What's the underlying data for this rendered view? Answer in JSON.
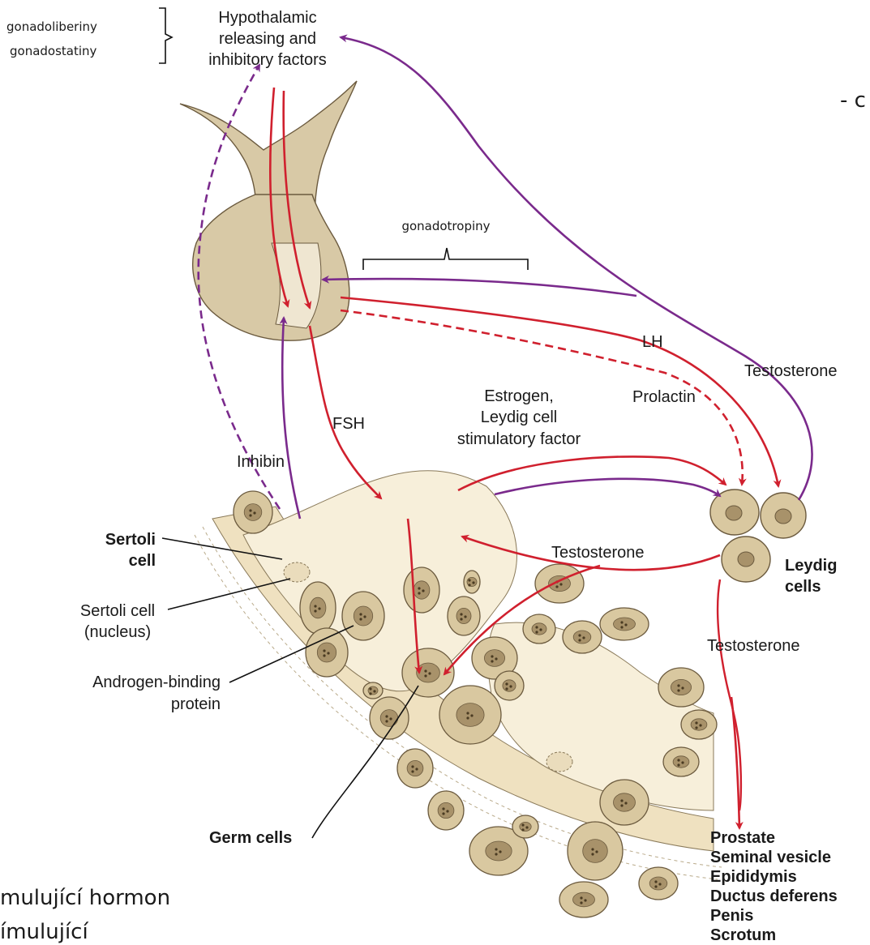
{
  "slide_fragments": {
    "top_right": "- c",
    "bottom_left_1": "mulující hormon",
    "bottom_left_2": "ímulující"
  },
  "annotations": {
    "hypothalamic_hormones": [
      "gonadoliberiny",
      "gonadostatiny"
    ],
    "gonadotropins": "gonadotropiny"
  },
  "labels": {
    "hypothalamic_factors": [
      "Hypothalamic",
      "releasing and",
      "inhibitory factors"
    ],
    "lh": "LH",
    "fsh": "FSH",
    "prolactin": "Prolactin",
    "testosterone_pituitary": "Testosterone",
    "estrogen": [
      "Estrogen,",
      "Leydig cell",
      "stimulatory factor"
    ],
    "inhibin": "Inhibin",
    "testosterone_sertoli": "Testosterone",
    "testosterone_target": "Testosterone",
    "sertoli_cell": [
      "Sertoli",
      "cell"
    ],
    "sertoli_nucleus": [
      "Sertoli cell",
      "(nucleus)"
    ],
    "abp": [
      "Androgen-binding",
      "protein"
    ],
    "germ_cells": "Germ cells",
    "leydig_cells": [
      "Leydig",
      "cells"
    ],
    "targets": [
      "Prostate",
      "Seminal vesicle",
      "Epididymis",
      "Ductus deferens",
      "Penis",
      "Scrotum"
    ]
  },
  "colors": {
    "stimulatory_arrow": "#d0202e",
    "feedback_arrow": "#7a2a8c",
    "tissue_fill": "#d8c9a6",
    "tubule_fill": "#f7efda",
    "cell_fill": "#d9c8a0",
    "nucleus_fill": "#a8926a"
  }
}
